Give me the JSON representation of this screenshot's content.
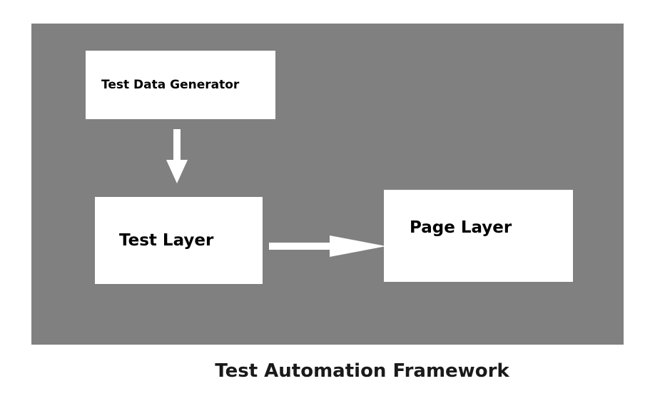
{
  "diagram": {
    "nodes": {
      "generator": "Test Data Generator",
      "test_layer": "Test Layer",
      "page_layer": "Page Layer"
    },
    "edges": [
      {
        "from": "Test Data Generator",
        "to": "Test Layer"
      },
      {
        "from": "Test Layer",
        "to": "Page Layer"
      }
    ],
    "caption": "Test Automation Framework"
  },
  "colors": {
    "panel": "#808080",
    "box": "#ffffff",
    "arrow": "#ffffff"
  }
}
